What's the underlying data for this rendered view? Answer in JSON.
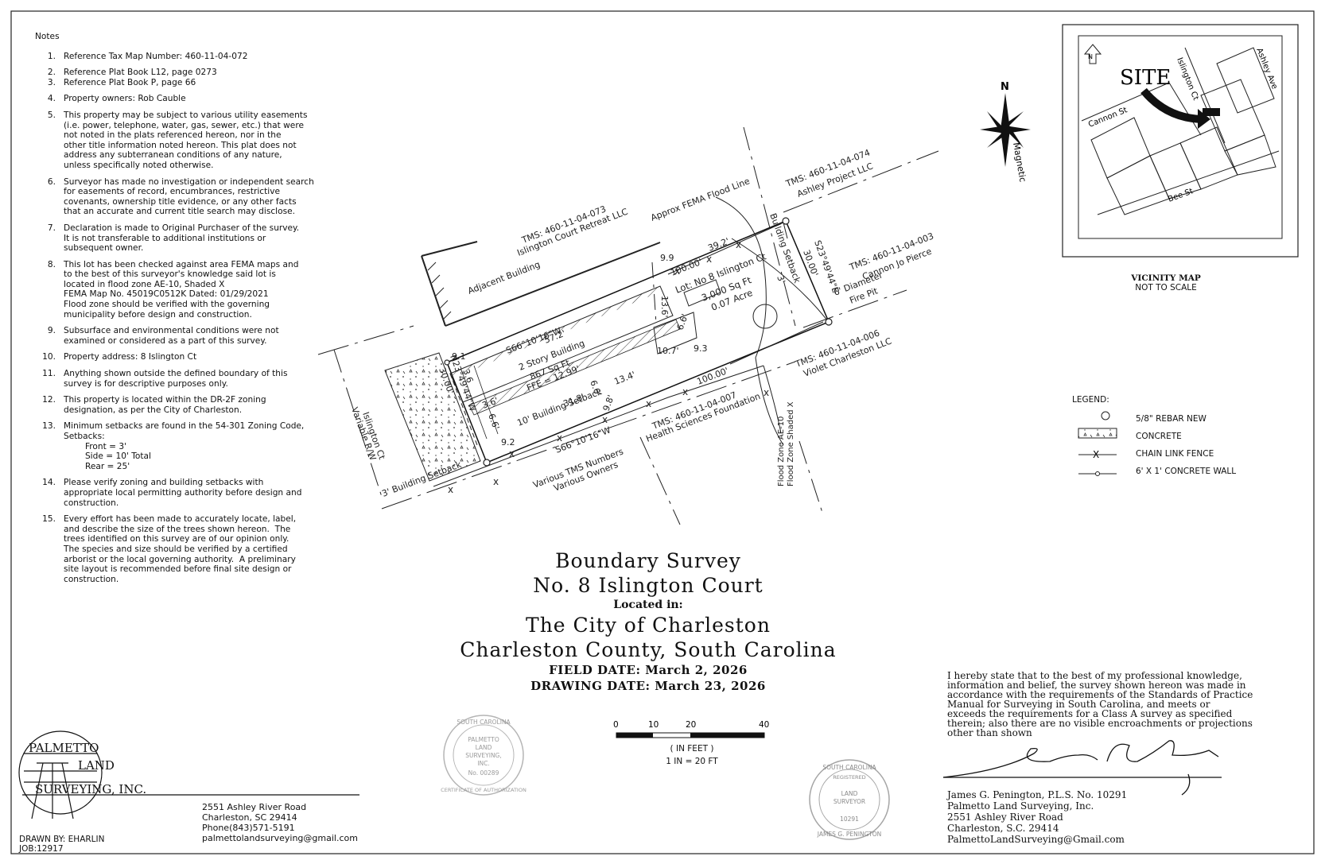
{
  "notes": {
    "title": "Notes",
    "items": [
      {
        "num": "1.",
        "lines": [
          "Reference Tax Map Number: 460-11-04-072"
        ]
      },
      {
        "num": "2.",
        "lines": [
          "Reference Plat Book L12, page 0273"
        ]
      },
      {
        "num": "3.",
        "lines": [
          "Reference Plat Book P, page 66"
        ]
      },
      {
        "num": "4.",
        "lines": [
          "Property owners: Rob Cauble"
        ]
      },
      {
        "num": "5.",
        "lines": [
          "This property may be subject to various utility easements",
          "(i.e. power, telephone, water, gas, sewer, etc.) that were",
          "not noted in the plats referenced hereon, nor in the",
          "other title information noted hereon. This plat does not",
          "address any subterranean conditions of any nature,",
          "unless specifically noted otherwise."
        ]
      },
      {
        "num": "6.",
        "lines": [
          "Surveyor has made no investigation or independent search",
          "for easements of record, encumbrances, restrictive",
          "covenants, ownership title evidence, or any other facts",
          "that an accurate and current title search may disclose."
        ]
      },
      {
        "num": "7.",
        "lines": [
          "Declaration is made to Original Purchaser of the survey.",
          "It is not transferable to additional institutions or",
          "subsequent owner."
        ]
      },
      {
        "num": "8.",
        "lines": [
          "This lot has been checked against area FEMA maps and",
          "to the best of this surveyor's knowledge said lot is",
          "located in flood zone AE-10, Shaded X",
          "FEMA Map No. 45019C0512K Dated: 01/29/2021",
          "Flood zone should be verified with the governing",
          "municipality before design and construction."
        ]
      },
      {
        "num": "9.",
        "lines": [
          "Subsurface and environmental conditions were not",
          "examined or considered as a part of this survey."
        ]
      },
      {
        "num": "10.",
        "lines": [
          "Property address: 8 Islington Ct"
        ]
      },
      {
        "num": "11.",
        "lines": [
          "Anything shown outside the defined boundary of this",
          "survey is for descriptive purposes only."
        ]
      },
      {
        "num": "12.",
        "lines": [
          "This property is located within the DR-2F zoning",
          "designation, as per the City of Charleston."
        ]
      },
      {
        "num": "13.",
        "lines": [
          "Minimum setbacks are found in the 54-301 Zoning Code,",
          "Setbacks:",
          "        Front = 3'",
          "        Side = 10' Total",
          "        Rear = 25'"
        ]
      },
      {
        "num": "14.",
        "lines": [
          "Please verify zoning and building setbacks with",
          "appropriate local permitting authority before design and",
          "construction."
        ]
      },
      {
        "num": "15.",
        "lines": [
          "Every effort has been made to accurately locate, label,",
          "and describe the size of the trees shown hereon.  The",
          "trees identified on this survey are of our opinion only.",
          "The species and size should be verified by a certified",
          "arborist or the local governing authority.  A preliminary",
          "site layout is recommended before final site design or",
          "construction."
        ]
      }
    ]
  },
  "title": {
    "line1": "Boundary Survey",
    "line2": "No. 8 Islington Court",
    "located": "Located in:",
    "city": "The City of Charleston",
    "county": "Charleston County, South Carolina",
    "field_date": "FIELD DATE: March 2, 2026",
    "drawing_date": "DRAWING DATE: March 23, 2026"
  },
  "plan": {
    "lot_label": [
      "Lot: No 8 Islington Ct",
      "3,000 Sq Ft",
      "0.07 Acre"
    ],
    "building_label": [
      "S66°10'16\"W",
      "57.2'",
      "2 Story Building",
      "867 Sq Ft",
      "FFE = 12.99'"
    ],
    "neighbors": {
      "tms073": [
        "TMS: 460-11-04-073",
        "Islington Court Retreat LLC"
      ],
      "tms074": [
        "TMS: 460-11-04-074",
        "Ashley Project LLC"
      ],
      "tms003": [
        "TMS: 460-11-04-003",
        "Cannon Jo Pierce"
      ],
      "tms006": [
        "TMS: 460-11-04-006",
        "Violet Charleston LLC"
      ],
      "tms007": [
        "TMS: 460-11-04-007",
        "Health Sciences Foundation"
      ],
      "various": [
        "Various TMS Numbers",
        "Various Owners"
      ]
    },
    "labels": {
      "adjacent_building": "Adjacent Building",
      "fema_line": "Approx FEMA Flood Line",
      "flood_zone": [
        "Flood Zone AE-10",
        "Flood Zone Shaded X"
      ],
      "building_setback_10": "10' Building Setback",
      "building_setback_3": "3' Building Setback",
      "building_setback_rear": "Building Setback",
      "rear_3": "3'",
      "street": [
        "Islington Ct",
        "Variable R/W"
      ],
      "fire_pit": [
        "6' Diameter",
        "Fire Pit"
      ],
      "bearing_top": "100.00'",
      "bearing_bottom": "100.00'",
      "bearing_east": [
        "S23°49'44\"E",
        "30.00'"
      ],
      "bearing_west": [
        "N23°49'44\"W",
        "30.00'"
      ],
      "south_bearing": "S66°10'16\"W",
      "dims": {
        "d99": "9.9",
        "d392": "39.2'",
        "d136": "13.6'",
        "d107": "10.7'",
        "d66": "6.6'",
        "d93": "9.3",
        "d134": "13.4'",
        "d318": "31.8'",
        "d98": "9.8'",
        "d66b": "6.6'",
        "d36": "3.6'",
        "d91": "9.1",
        "d92": "9.2",
        "d36b": "3.6",
        "d66c": "6.6'"
      }
    }
  },
  "north_arrow": {
    "n": "N",
    "magnetic": "Magnetic"
  },
  "vicinity_map": {
    "site": "SITE",
    "streets": {
      "cannon": "Cannon St",
      "islington": "Islington Ct",
      "ashley": "Ashley Ave",
      "bee": "Bee St"
    },
    "north": "N",
    "caption": "VICINITY MAP",
    "subcaption": "NOT TO SCALE"
  },
  "legend": {
    "title": "LEGEND:",
    "items": [
      {
        "symbol": "circle",
        "label": "5/8\" REBAR NEW"
      },
      {
        "symbol": "concrete",
        "label": "CONCRETE"
      },
      {
        "symbol": "fence",
        "label": "CHAIN LINK FENCE"
      },
      {
        "symbol": "wall",
        "label": "6' X 1' CONCRETE WALL"
      }
    ]
  },
  "scale_bar": {
    "ticks": [
      "0",
      "10",
      "20",
      "40"
    ],
    "unit": "( IN FEET )",
    "ratio": "1 IN = 20 FT"
  },
  "certification": {
    "lines": [
      "I hereby state that to the best of my professional knowledge,",
      "information and belief, the survey shown hereon was made in",
      "accordance with the requirements of the Standards of Practice",
      "Manual for Surveying in South Carolina, and meets or",
      "exceeds the requirements for a Class A survey as specified",
      "therein; also there are no visible encroachments or projections",
      "other than shown"
    ]
  },
  "surveyor": {
    "lines": [
      "James G. Penington, P.L.S. No. 10291",
      "Palmetto Land Surveying, Inc.",
      "2551 Ashley River Road",
      "Charleston, S.C.  29414",
      "PalmettoLandSurveying@Gmail.com"
    ]
  },
  "company": {
    "logo": [
      "PALMETTO",
      "LAND",
      "SURVEYING, INC."
    ],
    "address": [
      "2551 Ashley River Road",
      "Charleston, SC  29414",
      "Phone(843)571-5191",
      "palmettolandsurveying@gmail.com"
    ]
  },
  "drawn_by": "DRAWN BY: EHARLIN",
  "job": "JOB:12917",
  "seals": {
    "authorization": [
      "SOUTH CAROLINA",
      "PALMETTO",
      "LAND",
      "SURVEYING,",
      "INC.",
      "No. 00289",
      "CERTIFICATE OF AUTHORIZATION"
    ],
    "surveyor": [
      "SOUTH CAROLINA",
      "REGISTERED",
      "LAND",
      "SURVEYOR",
      "10291",
      "JAMES G. PENINGTON"
    ]
  }
}
